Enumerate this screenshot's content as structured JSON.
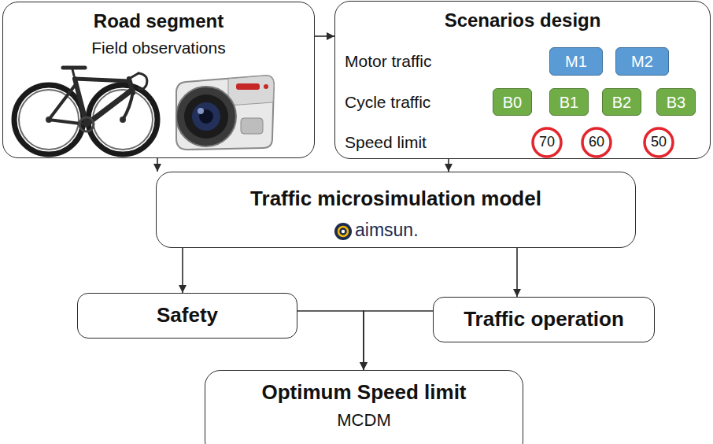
{
  "diagram": {
    "nodes": [
      {
        "text": [
          "Road segment",
          "Field observations"
        ]
      },
      {
        "text": [
          "Scenarios design",
          "Motor traffic",
          "Cycle traffic",
          "Speed limit"
        ]
      },
      {
        "text": [
          "M1"
        ],
        "in": 1
      },
      {
        "text": [
          "M2"
        ],
        "in": 1
      },
      {
        "text": [
          "B0"
        ],
        "in": 1
      },
      {
        "text": [
          "B1"
        ],
        "in": 1
      },
      {
        "text": [
          "B2"
        ],
        "in": 1
      },
      {
        "text": [
          "B3"
        ],
        "in": 1
      },
      {
        "text": [
          "70"
        ],
        "in": 1
      },
      {
        "text": [
          "60"
        ],
        "in": 1
      },
      {
        "text": [
          "50"
        ],
        "in": 1
      },
      {
        "text": [
          "Traffic microsimulation model",
          "aimsun."
        ]
      },
      {
        "text": [
          "Safety"
        ]
      },
      {
        "text": [
          "Traffic operation"
        ]
      },
      {
        "text": [
          "Optimum Speed limit",
          "MCDM"
        ]
      }
    ],
    "edges": [
      {
        "from": 0,
        "to": 1,
        "arrow": "to"
      },
      {
        "from": 0,
        "to": 11,
        "arrow": "to"
      },
      {
        "from": 1,
        "to": 11,
        "arrow": "to"
      },
      {
        "from": 11,
        "to": 12,
        "arrow": "to"
      },
      {
        "from": 11,
        "to": 13,
        "arrow": "to"
      },
      {
        "from": 12,
        "to": 14,
        "arrow": "to"
      },
      {
        "from": 13,
        "to": 14,
        "arrow": "to"
      }
    ]
  }
}
